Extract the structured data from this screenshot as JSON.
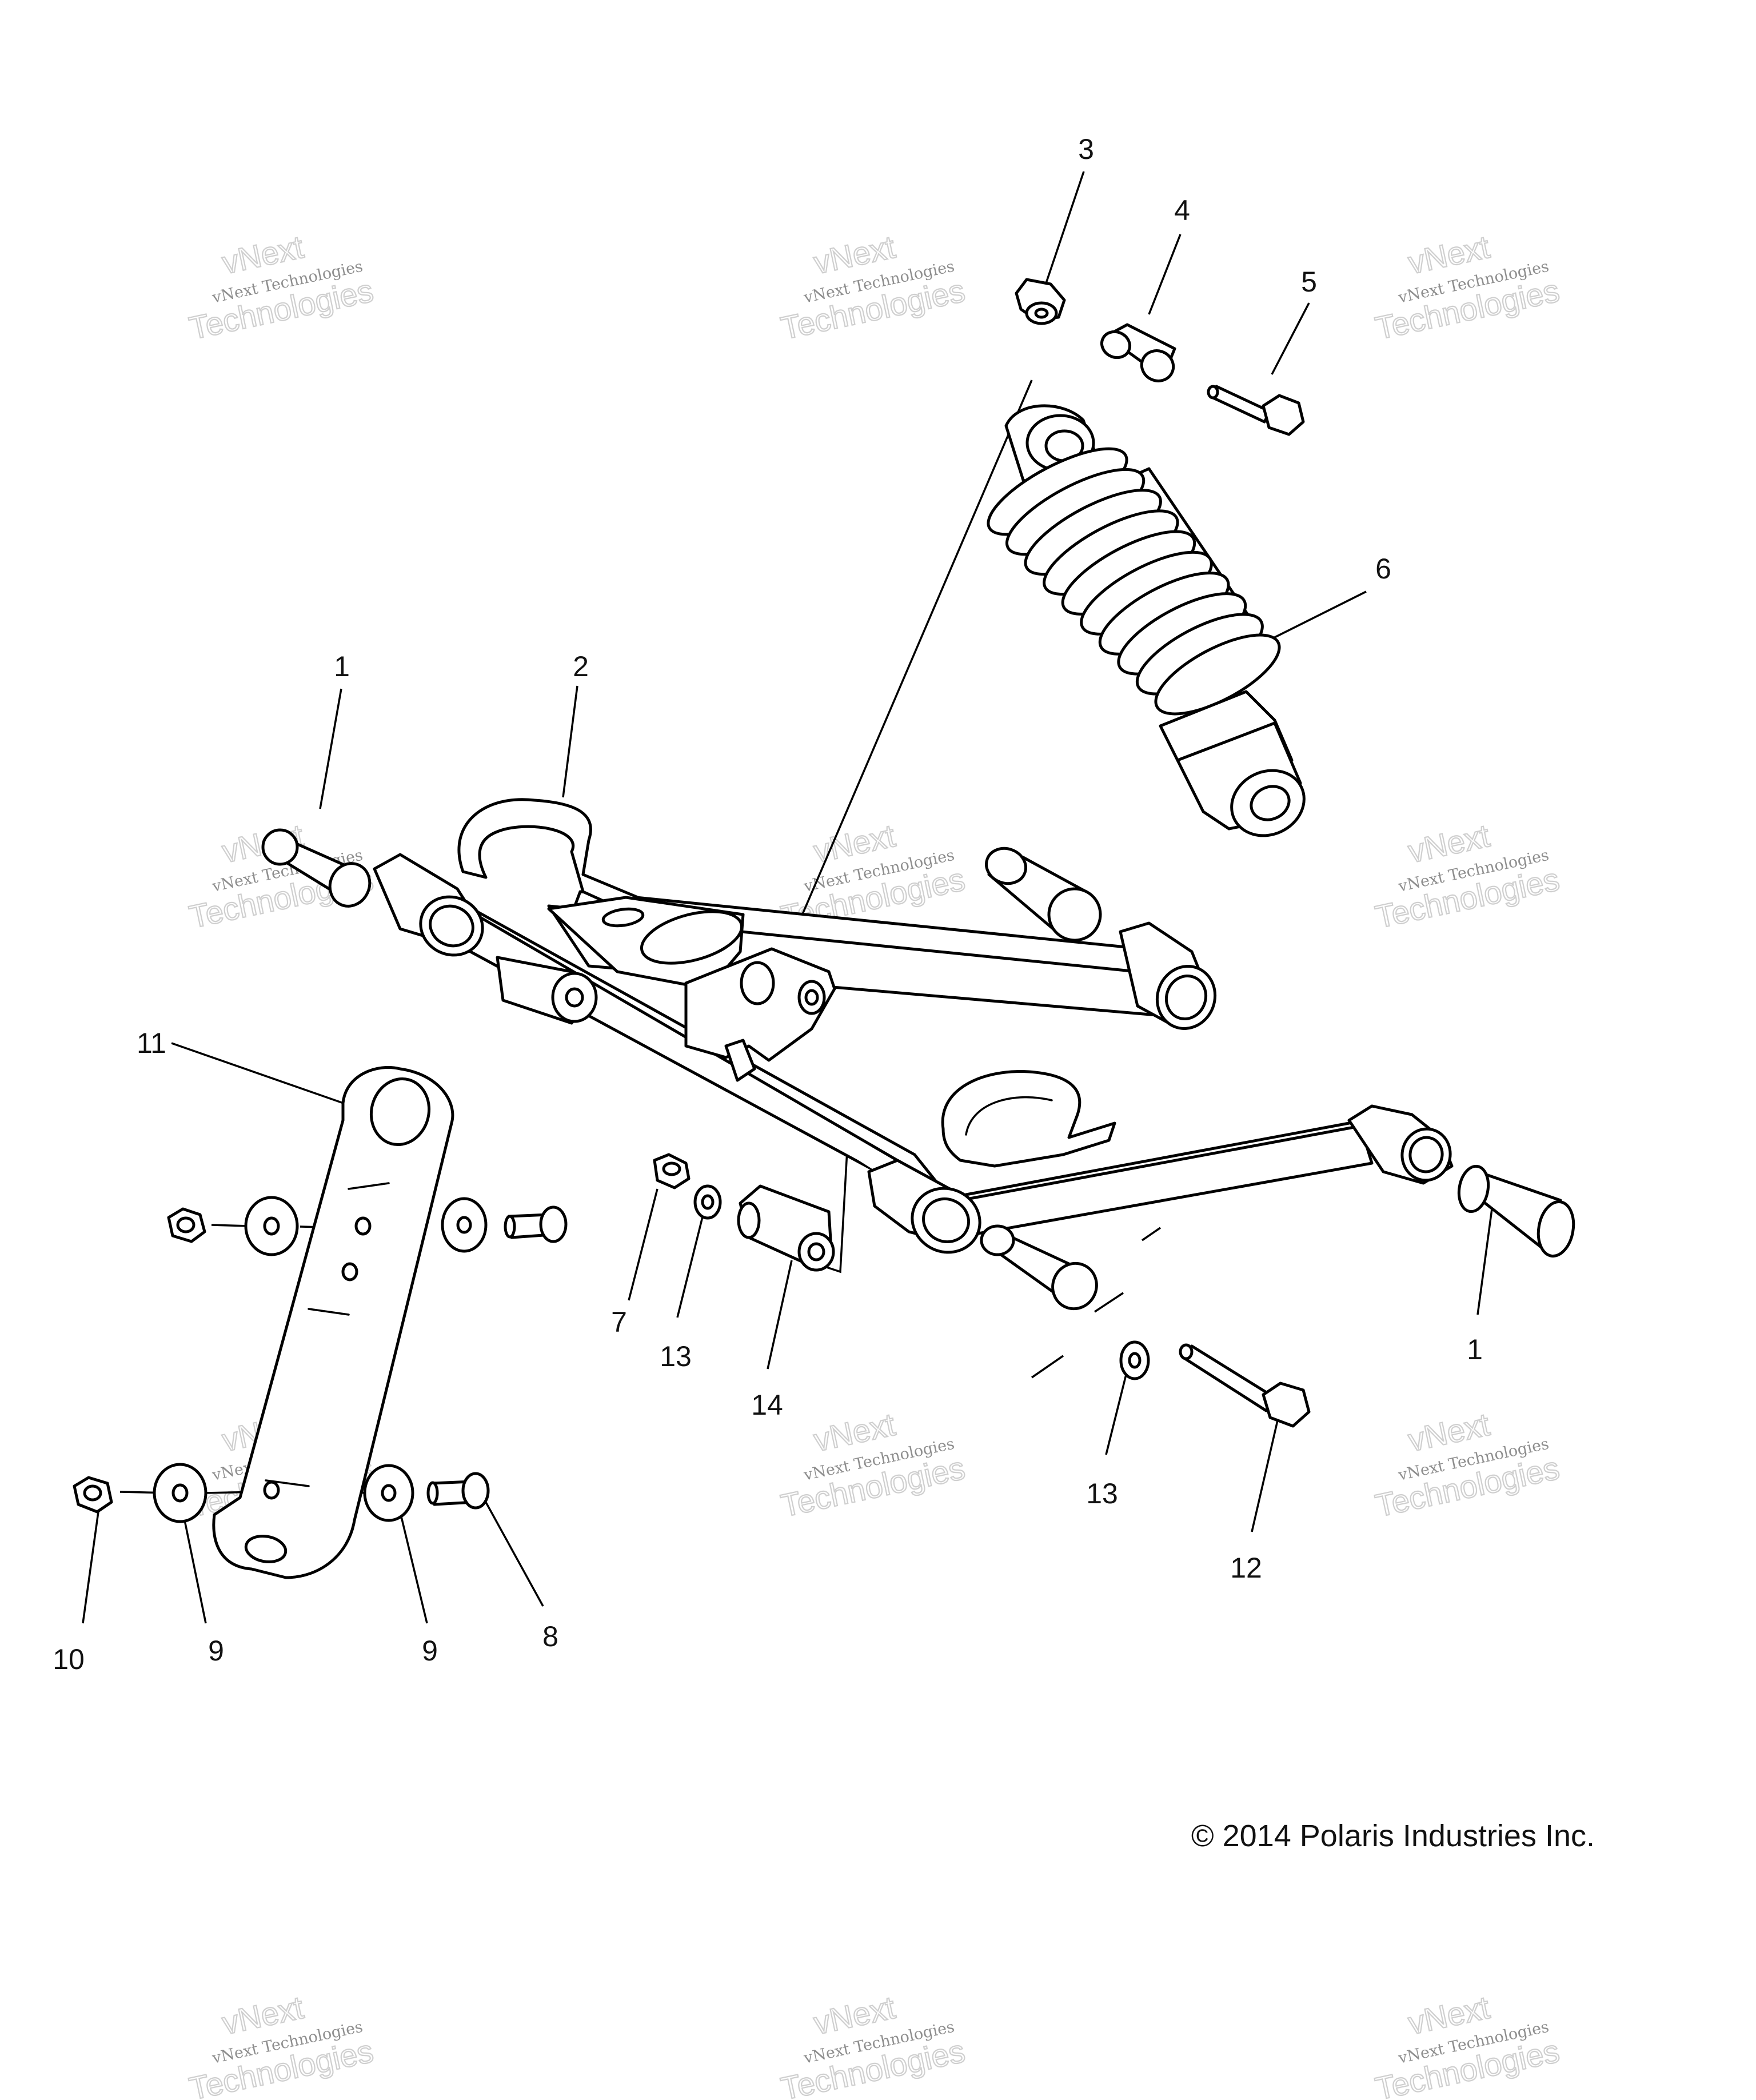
{
  "diagram": {
    "copyright": "© 2014 Polaris Industries Inc.",
    "watermark": {
      "line1": "vNext",
      "line2": "vNext Technologies",
      "line3": "Technologies"
    },
    "callouts": [
      {
        "id": "c3",
        "label": "3"
      },
      {
        "id": "c4",
        "label": "4"
      },
      {
        "id": "c5",
        "label": "5"
      },
      {
        "id": "c6",
        "label": "6"
      },
      {
        "id": "c1a",
        "label": "1"
      },
      {
        "id": "c2",
        "label": "2"
      },
      {
        "id": "c11",
        "label": "11"
      },
      {
        "id": "c7",
        "label": "7"
      },
      {
        "id": "c13a",
        "label": "13"
      },
      {
        "id": "c14",
        "label": "14"
      },
      {
        "id": "c1b",
        "label": "1"
      },
      {
        "id": "c13b",
        "label": "13"
      },
      {
        "id": "c12",
        "label": "12"
      },
      {
        "id": "c10",
        "label": "10"
      },
      {
        "id": "c9a",
        "label": "9"
      },
      {
        "id": "c9b",
        "label": "9"
      },
      {
        "id": "c8",
        "label": "8"
      }
    ]
  }
}
